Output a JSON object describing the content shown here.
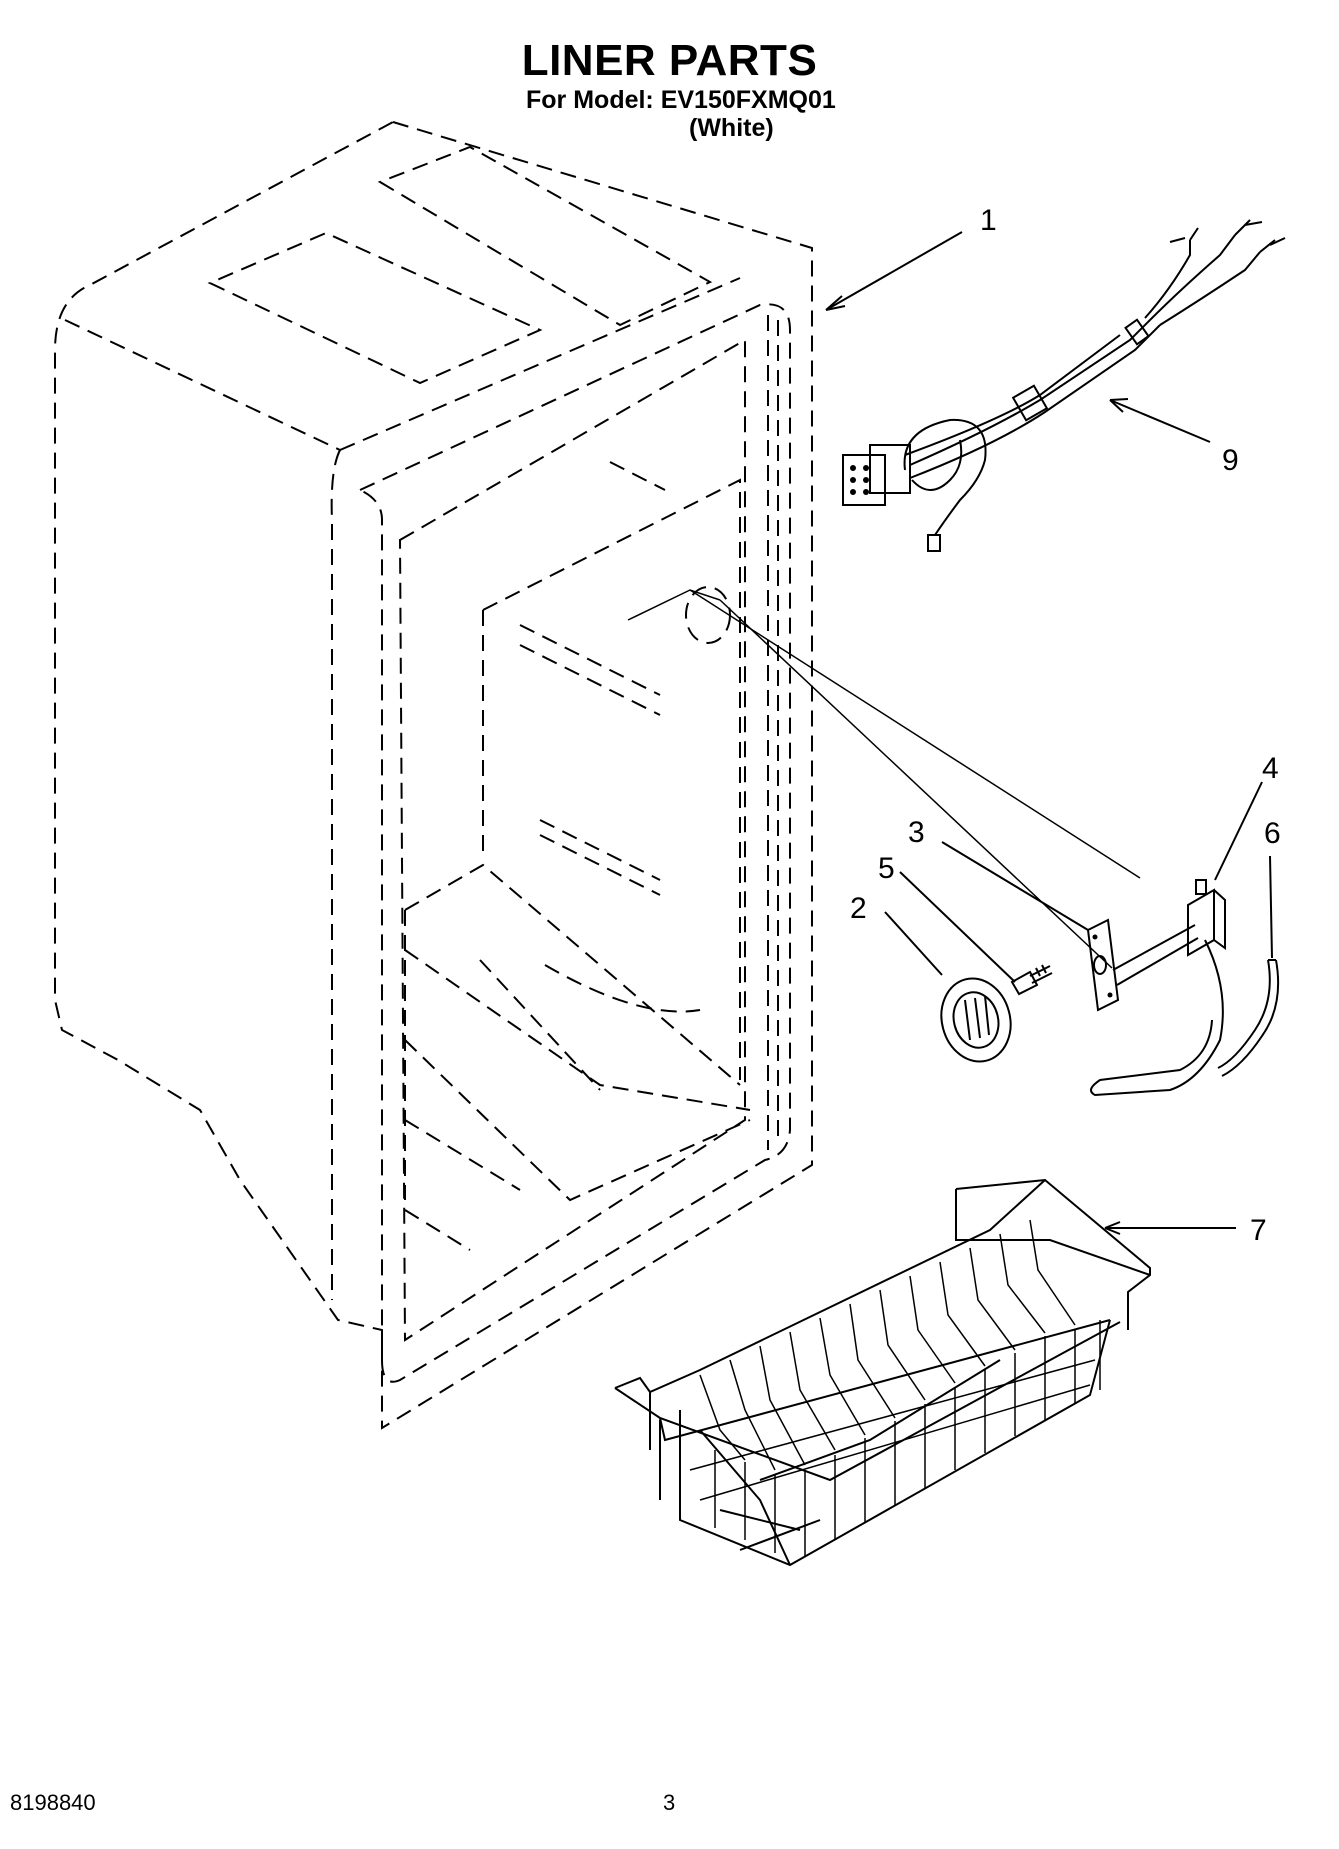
{
  "header": {
    "title": "LINER PARTS",
    "model_line": "For Model: EV150FXMQ01",
    "color_line": "(White)"
  },
  "callouts": {
    "c1": "1",
    "c2": "2",
    "c3": "3",
    "c4": "4",
    "c5": "5",
    "c6": "6",
    "c7": "7",
    "c9": "9"
  },
  "footer": {
    "doc_number": "8198840",
    "page_number": "3"
  }
}
